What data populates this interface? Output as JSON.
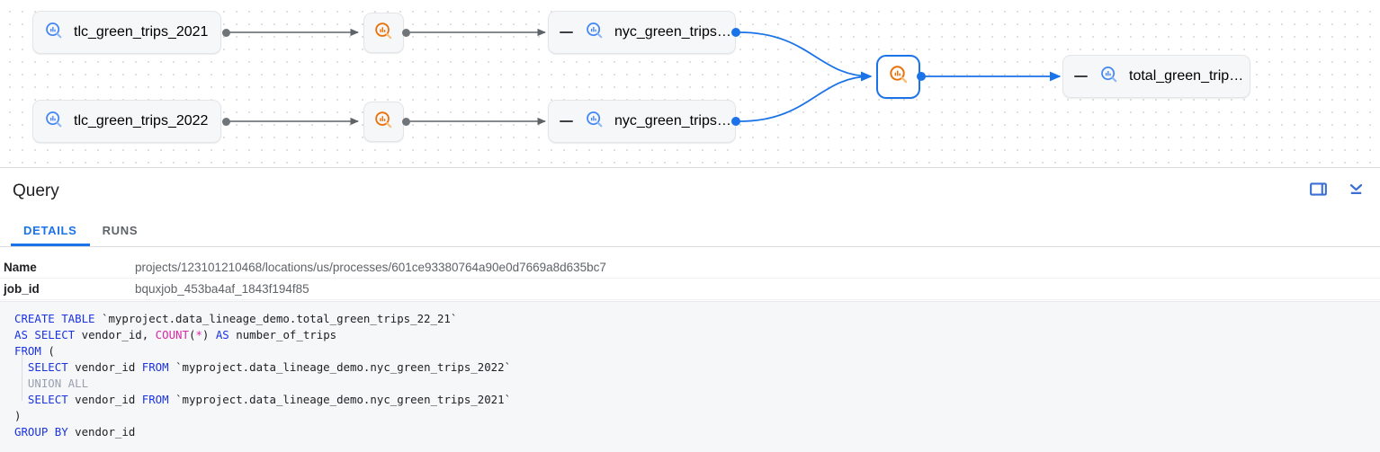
{
  "lineage": {
    "nodes": [
      {
        "id": "tlc_2021",
        "label": "tlc_green_trips_2021",
        "icon": "bigquery-table-icon",
        "kind": "table",
        "selected": false
      },
      {
        "id": "tlc_2022",
        "label": "tlc_green_trips_2022",
        "icon": "bigquery-table-icon",
        "kind": "table",
        "selected": false
      },
      {
        "id": "proc_1",
        "label": "",
        "icon": "bigquery-process-icon",
        "kind": "process",
        "selected": false
      },
      {
        "id": "proc_2",
        "label": "",
        "icon": "bigquery-process-icon",
        "kind": "process",
        "selected": false
      },
      {
        "id": "nyc_2021",
        "label": "nyc_green_trips…",
        "icon": "bigquery-table-icon",
        "kind": "table",
        "selected": false
      },
      {
        "id": "nyc_2022",
        "label": "nyc_green_trips…",
        "icon": "bigquery-table-icon",
        "kind": "table",
        "selected": false
      },
      {
        "id": "proc_join",
        "label": "",
        "icon": "bigquery-process-icon",
        "kind": "process",
        "selected": true
      },
      {
        "id": "total",
        "label": "total_green_trip…",
        "icon": "bigquery-table-icon",
        "kind": "table",
        "selected": false
      }
    ],
    "colors": {
      "accent": "#1a73e8",
      "process": "#ea8600",
      "edge": "#5f6368",
      "edge_selected": "#1a73e8"
    }
  },
  "panel": {
    "title": "Query",
    "actions": [
      {
        "name": "split-panel-icon",
        "label": "Split panel"
      },
      {
        "name": "collapse-panel-icon",
        "label": "Collapse panel"
      }
    ],
    "tabs": [
      {
        "label": "DETAILS",
        "active": true
      },
      {
        "label": "RUNS",
        "active": false
      }
    ],
    "details": [
      {
        "key": "Name",
        "value": "projects/123101210468/locations/us/processes/601ce93380764a90e0d7669a8d635bc7"
      },
      {
        "key": "job_id",
        "value": "bquxjob_453ba4af_1843f194f85"
      }
    ],
    "sql": {
      "language": "sql",
      "lines": [
        [
          {
            "t": "CREATE TABLE ",
            "c": "kw"
          },
          {
            "t": "`myproject.data_lineage_demo.total_green_trips_22_21`",
            "c": ""
          }
        ],
        [
          {
            "t": "AS SELECT ",
            "c": "kw"
          },
          {
            "t": "vendor_id, ",
            "c": ""
          },
          {
            "t": "COUNT",
            "c": "fn"
          },
          {
            "t": "(",
            "c": ""
          },
          {
            "t": "*",
            "c": "fn"
          },
          {
            "t": ") ",
            "c": ""
          },
          {
            "t": "AS ",
            "c": "kw"
          },
          {
            "t": "number_of_trips",
            "c": ""
          }
        ],
        [
          {
            "t": "FROM ",
            "c": "kw"
          },
          {
            "t": "(",
            "c": ""
          }
        ],
        [
          {
            "t": "  SELECT ",
            "c": "kw"
          },
          {
            "t": "vendor_id ",
            "c": ""
          },
          {
            "t": "FROM ",
            "c": "kw"
          },
          {
            "t": "`myproject.data_lineage_demo.nyc_green_trips_2022`",
            "c": ""
          }
        ],
        [
          {
            "t": "  UNION ALL",
            "c": "dim"
          }
        ],
        [
          {
            "t": "  SELECT ",
            "c": "kw"
          },
          {
            "t": "vendor_id ",
            "c": ""
          },
          {
            "t": "FROM ",
            "c": "kw"
          },
          {
            "t": "`myproject.data_lineage_demo.nyc_green_trips_2021`",
            "c": ""
          }
        ],
        [
          {
            "t": ")",
            "c": ""
          }
        ],
        [
          {
            "t": "GROUP BY ",
            "c": "kw"
          },
          {
            "t": "vendor_id",
            "c": ""
          }
        ]
      ]
    }
  }
}
